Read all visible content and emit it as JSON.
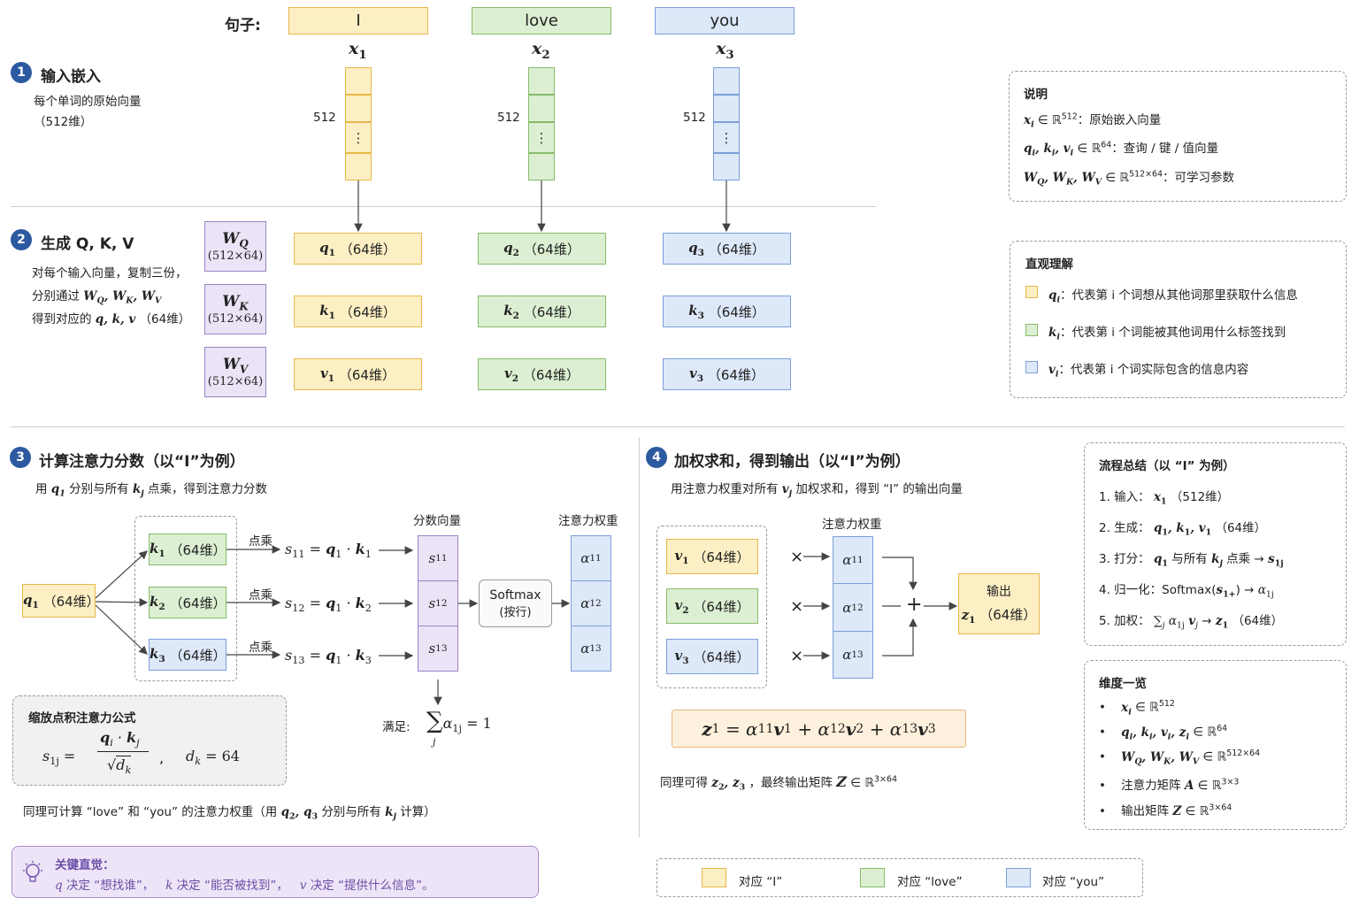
{
  "sentence_label": "句子:",
  "words": [
    "I",
    "love",
    "you"
  ],
  "x_vars": [
    "x",
    "x",
    "x"
  ],
  "x_subs": [
    "1",
    "2",
    "3"
  ],
  "dim_512": "512",
  "vdots": "⋮",
  "sec1": {
    "num": "1",
    "title": "输入嵌入",
    "desc1": "每个单词的原始向量",
    "desc2": "（512维）"
  },
  "sec2": {
    "num": "2",
    "title": "生成 Q, K, V",
    "desc1": "对每个输入向量，复制三份，",
    "desc2_pre": "分别通过",
    "desc3_pre": "得到对应的",
    "desc3_post": "（64维）"
  },
  "weights": [
    {
      "sym": "W",
      "sub": "Q",
      "dim": "(512×64)"
    },
    {
      "sym": "W",
      "sub": "K",
      "dim": "(512×64)"
    },
    {
      "sym": "W",
      "sub": "V",
      "dim": "(512×64)"
    }
  ],
  "qkv_rows": [
    {
      "sym": "q",
      "subs": [
        "1",
        "2",
        "3"
      ],
      "dim": "（64维）"
    },
    {
      "sym": "k",
      "subs": [
        "1",
        "2",
        "3"
      ],
      "dim": "（64维）"
    },
    {
      "sym": "v",
      "subs": [
        "1",
        "2",
        "3"
      ],
      "dim": "（64维）"
    }
  ],
  "explain": {
    "title": "说明",
    "line1": "：原始嵌入向量",
    "line2": "：查询 / 键 / 值向量",
    "line3": "：可学习参数"
  },
  "intuition": {
    "title": "直观理解",
    "items": [
      "：代表第 i 个词想从其他词那里获取什么信息",
      "：代表第 i 个词能被其他词用什么标签找到",
      "：代表第 i 个词实际包含的信息内容"
    ]
  },
  "sec3": {
    "num": "3",
    "title": "计算注意力分数（以“I”为例）",
    "desc_pre": "用",
    "desc_mid": "分别与所有",
    "desc_post": "点乘，得到注意力分数"
  },
  "dot_label": "点乘",
  "score_vector_label": "分数向量",
  "attn_weight_label": "注意力权重",
  "softmax": {
    "line1": "Softmax",
    "line2": "(按行)"
  },
  "satisfy_label": "满足:",
  "formula_box": {
    "title": "缩放点积注意力公式",
    "dk": "= 64"
  },
  "sec3_footer": {
    "pre": "同理可计算 “love” 和 “you” 的注意力权重（用",
    "mid": "分别与所有",
    "post": "计算）"
  },
  "sec4": {
    "num": "4",
    "title": "加权求和，得到输出（以“I”为例）",
    "desc_pre": "用注意力权重对所有",
    "desc_post": "加权求和，得到 “I” 的输出向量"
  },
  "output_label": "输出",
  "sec4_footer": {
    "pre": "同理可得",
    "mid": "，最终输出矩阵"
  },
  "flow": {
    "title": "流程总结（以 “I” 为例）",
    "s1": "1. 输入：",
    "s1b": "（512维）",
    "s2": "2. 生成：",
    "s2b": "（64维）",
    "s3": "3. 打分：",
    "s3b": "与所有",
    "s3c": "点乘",
    "s4": "4. 归一化：Softmax(",
    "s5": "5. 加权：",
    "s5b": "（64维）"
  },
  "dims": {
    "title": "维度一览",
    "l4": "注意力矩阵",
    "l5": "输出矩阵"
  },
  "key": {
    "title": "关键直觉：",
    "t1": "决定 “想找谁”，",
    "t2": "决定 “能否被找到”，",
    "t3": "决定 “提供什么信息”。"
  },
  "legend": [
    "对应 “I”",
    "对应 “love”",
    "对应 “you”"
  ],
  "colors": {
    "yellow": "#fdefc4",
    "green": "#dcefd2",
    "blue": "#dde8f9",
    "purple": "#ebe4f6",
    "accent": "#2c5aa0"
  }
}
